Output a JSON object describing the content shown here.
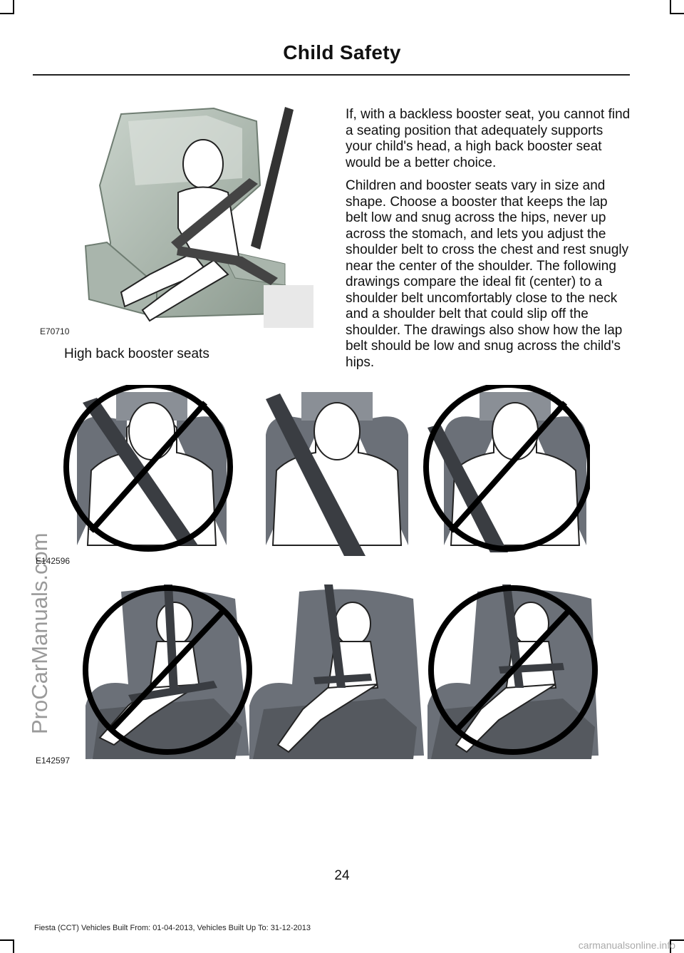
{
  "header": {
    "title": "Child Safety"
  },
  "figures": {
    "booster_code": "E70710",
    "shoulder_code": "E142596",
    "lap_code": "E142597"
  },
  "caption": "High back booster seats",
  "body": {
    "paragraph1": "If, with a backless booster seat, you cannot find a seating position that adequately supports your child's head, a high back booster seat would be a better choice.",
    "paragraph2": "Children and booster seats vary in size and shape. Choose a booster that keeps the lap belt low and snug across the hips, never up across the stomach, and lets you adjust the shoulder belt to cross the chest and rest snugly near the center of the shoulder. The following drawings compare the ideal fit (center) to a shoulder belt uncomfortably close to the neck and a shoulder belt that could slip off the shoulder. The drawings also show how the lap belt should be low and snug across the child's hips."
  },
  "page_number": "24",
  "footer": "Fiesta (CCT) Vehicles Built From: 01-04-2013, Vehicles Built Up To: 31-12-2013",
  "watermark_side": "ProCarManuals.com",
  "watermark_footer": "carmanualsonline.info"
}
